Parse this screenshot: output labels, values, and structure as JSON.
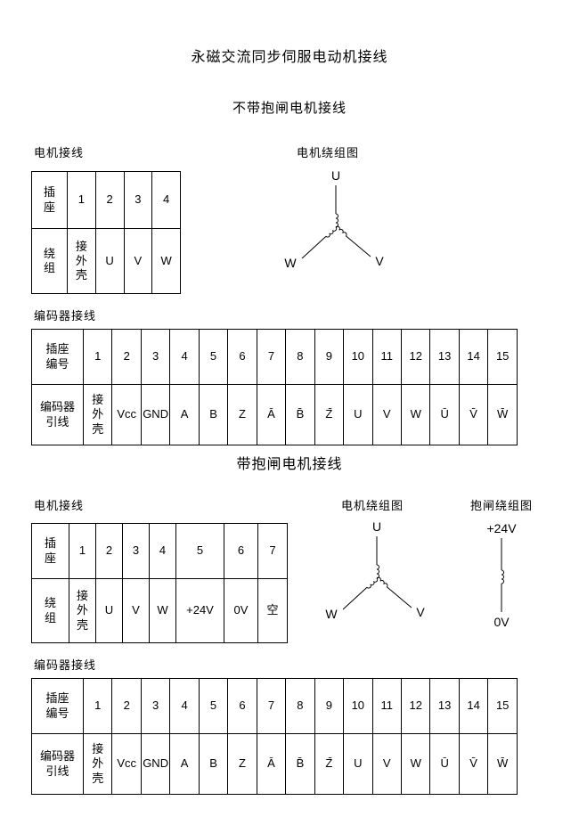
{
  "colors": {
    "ink": "#000000",
    "background": "#ffffff"
  },
  "page": {
    "title": "永磁交流同步伺服电动机接线"
  },
  "sections": {
    "noBrake": {
      "heading": "不带抱闸电机接线",
      "motor_label": "电机接线",
      "winding_label": "电机绕组图",
      "encoder_label": "编码器接线"
    },
    "withBrake": {
      "heading": "带抱闸电机接线",
      "motor_label": "电机接线",
      "winding_label": "电机绕组图",
      "brake_label": "抱闸绕组图",
      "encoder_label": "编码器接线"
    }
  },
  "tables": {
    "motorA": {
      "row1": [
        "插\n座",
        "1",
        "2",
        "3",
        "4"
      ],
      "row2": [
        "绕\n组",
        "接\n外\n壳",
        "U",
        "V",
        "W"
      ]
    },
    "encoderA": {
      "row1": [
        "插座\n编号",
        "1",
        "2",
        "3",
        "4",
        "5",
        "6",
        "7",
        "8",
        "9",
        "10",
        "11",
        "12",
        "13",
        "14",
        "15"
      ],
      "row2": [
        "编码器\n引线",
        "接\n外\n壳",
        "Vcc",
        "GND",
        "A",
        "B",
        "Z",
        "Ā",
        "B̄",
        "Z̄",
        "U",
        "V",
        "W",
        "Ū",
        "V̄",
        "W̄"
      ]
    },
    "motorB": {
      "row1": [
        "插\n座",
        "1",
        "2",
        "3",
        "4",
        "5",
        "6",
        "7"
      ],
      "row2": [
        "绕\n组",
        "接\n外\n壳",
        "U",
        "V",
        "W",
        "+24V",
        "0V",
        "空"
      ]
    },
    "encoderB": {
      "row1": [
        "插座\n编号",
        "1",
        "2",
        "3",
        "4",
        "5",
        "6",
        "7",
        "8",
        "9",
        "10",
        "11",
        "12",
        "13",
        "14",
        "15"
      ],
      "row2": [
        "编码器\n引线",
        "接\n外\n壳",
        "Vcc",
        "GND",
        "A",
        "B",
        "Z",
        "Ā",
        "B̄",
        "Z̄",
        "U",
        "V",
        "W",
        "Ū",
        "V̄",
        "W̄"
      ]
    }
  },
  "diagrams": {
    "windingA": {
      "top": "U",
      "bottom_left": "W",
      "bottom_right": "V"
    },
    "windingB": {
      "top": "U",
      "bottom_left": "W",
      "bottom_right": "V"
    },
    "brake": {
      "top": "+24V",
      "bottom": "0V"
    }
  }
}
